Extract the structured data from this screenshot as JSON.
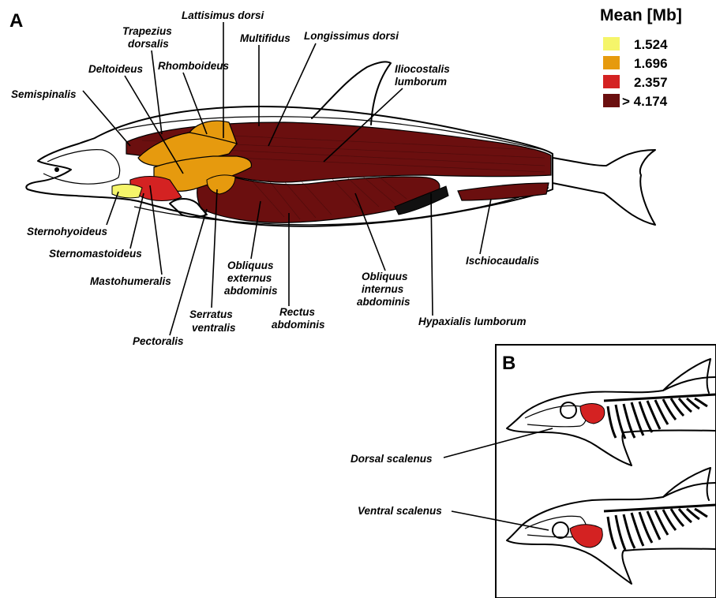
{
  "panels": {
    "a_letter": "A",
    "b_letter": "B"
  },
  "legend": {
    "title": "Mean [Mb]",
    "items": [
      {
        "label": "1.524",
        "color": "#f5f56a"
      },
      {
        "label": "1.696",
        "color": "#e69a0e"
      },
      {
        "label": "2.357",
        "color": "#d42222"
      },
      {
        "label": "> 4.174",
        "color": "#6b0f0f"
      }
    ]
  },
  "muscle_colors": {
    "dark_red": "#6b0f0f",
    "red": "#d42222",
    "orange": "#e69a0e",
    "yellow": "#f5f56a",
    "black": "#111111"
  },
  "panel_a_labels": {
    "lattisimus": "Lattisimus dorsi",
    "trapezius_1": "Trapezius",
    "trapezius_2": "dorsalis",
    "multifidus": "Multifidus",
    "longissimus": "Longissimus dorsi",
    "rhomboideus": "Rhomboideus",
    "deltoideus": "Deltoideus",
    "iliocostalis_1": "Iliocostalis",
    "iliocostalis_2": "lumborum",
    "semispinalis": "Semispinalis",
    "sternohyoideus": "Sternohyoideus",
    "sternomastoideus": "Sternomastoideus",
    "mastohumeralis": "Mastohumeralis",
    "obl_ext_1": "Obliquus",
    "obl_ext_2": "externus",
    "obl_ext_3": "abdominis",
    "serratus_1": "Serratus",
    "serratus_2": "ventralis",
    "rectus_1": "Rectus",
    "rectus_2": "abdominis",
    "pectoralis": "Pectoralis",
    "obl_int_1": "Obliquus",
    "obl_int_2": "internus",
    "obl_int_3": "abdominis",
    "ischiocaudalis": "Ischiocaudalis",
    "hypaxialis": "Hypaxialis lumborum"
  },
  "panel_b_labels": {
    "dorsal_scalenus": "Dorsal scalenus",
    "ventral_scalenus": "Ventral scalenus"
  }
}
